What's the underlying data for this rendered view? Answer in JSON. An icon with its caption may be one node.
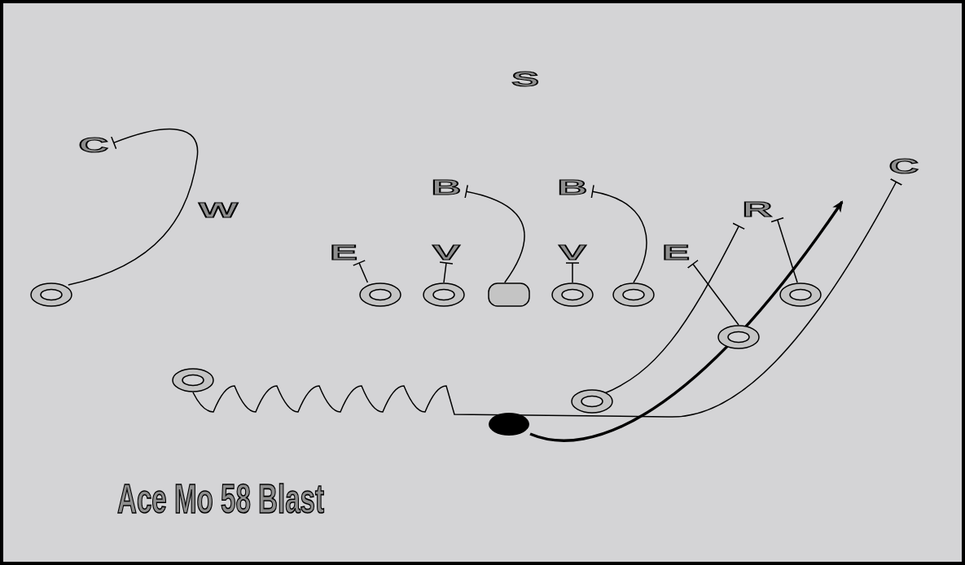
{
  "diagram": {
    "title": "Ace Mo 58 Blast",
    "nodes": [
      {
        "text": [
          "S"
        ]
      },
      {
        "text": [
          "C"
        ]
      },
      {
        "text": [
          "C"
        ]
      },
      {
        "text": [
          "B"
        ]
      },
      {
        "text": [
          "B"
        ]
      },
      {
        "text": [
          "R"
        ]
      },
      {
        "text": [
          "W"
        ]
      },
      {
        "text": [
          "E"
        ]
      },
      {
        "text": [
          "V"
        ]
      },
      {
        "text": [
          "V"
        ]
      },
      {
        "text": [
          "E"
        ]
      },
      {
        "text": [],
        "shape": "circle"
      },
      {
        "text": [],
        "shape": "circle"
      },
      {
        "text": [],
        "shape": "circle"
      },
      {
        "text": [],
        "shape": "box"
      },
      {
        "text": [],
        "shape": "circle"
      },
      {
        "text": [],
        "shape": "circle"
      },
      {
        "text": [],
        "shape": "circle"
      },
      {
        "text": [],
        "shape": "circle"
      },
      {
        "text": [],
        "shape": "circle"
      },
      {
        "text": [],
        "shape": "circle"
      },
      {
        "text": [],
        "shape": "circle"
      }
    ],
    "edges": [
      {
        "from": 11,
        "to": 1,
        "arrow": "other"
      },
      {
        "from": 12,
        "to": 7,
        "arrow": "other"
      },
      {
        "from": 13,
        "to": 8,
        "arrow": "other"
      },
      {
        "from": 14,
        "to": 3,
        "arrow": "other"
      },
      {
        "from": 16,
        "to": 4,
        "arrow": "other"
      },
      {
        "from": 15,
        "to": 9,
        "arrow": "other"
      },
      {
        "from": 18,
        "to": 10,
        "arrow": "other"
      },
      {
        "from": 20,
        "to": 5,
        "arrow": "other"
      },
      {
        "from": 17,
        "to": 5,
        "arrow": "other"
      },
      {
        "from": 19,
        "to": 2,
        "arrow": "other"
      },
      {
        "from": 21,
        "to": null,
        "arrow": "to",
        "style": "thick"
      }
    ]
  }
}
